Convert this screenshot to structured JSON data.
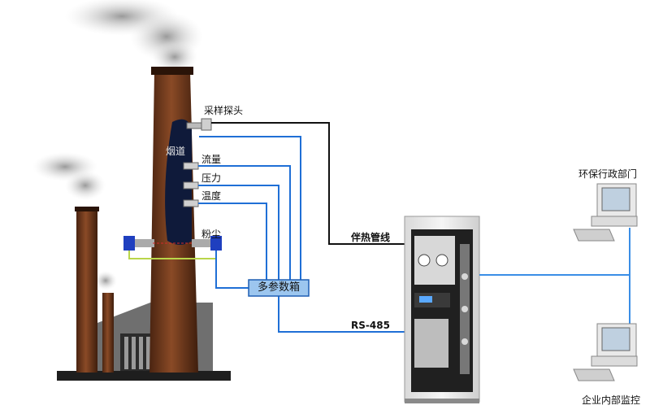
{
  "labels": {
    "probe": "采样探头",
    "flue": "烟道",
    "flow": "流量",
    "pressure": "压力",
    "temperature": "温度",
    "dust": "粉尘",
    "multi_box": "多参数箱",
    "heated_line": "伴热管线",
    "rs485": "RS-485",
    "env_dept": "环保行政部门",
    "enterprise": "企业内部监控"
  },
  "colors": {
    "chimney_brown": "#6b3a1f",
    "flue_dark": "#101a3a",
    "signal_blue": "#1f6fd6",
    "gas_line_black": "#111111",
    "box_fill": "#9cc6ef",
    "network_blue": "#3a8ee6"
  }
}
